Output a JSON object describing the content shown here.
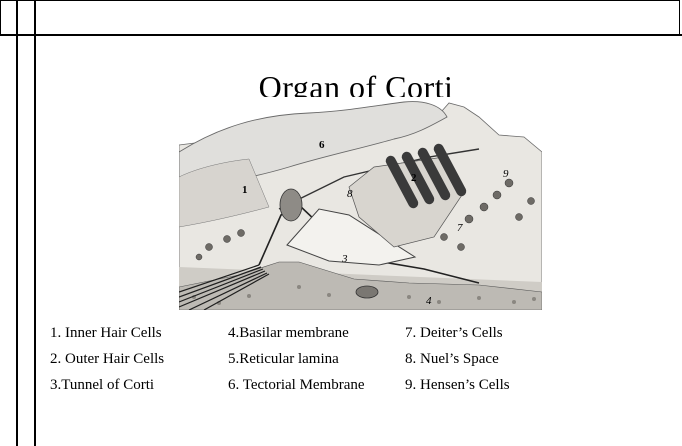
{
  "slide": {
    "title": "Organ of Corti"
  },
  "diagram": {
    "labels": {
      "l1": "1",
      "l2": "2",
      "l3": "3",
      "l4": "4",
      "l6": "6",
      "l7": "7",
      "l8": "8",
      "l9": "9"
    }
  },
  "legend": {
    "col1": [
      "1. Inner Hair Cells",
      "2. Outer Hair Cells",
      "3.Tunnel of Corti"
    ],
    "col2": [
      "4.Basilar membrane",
      "5.Reticular lamina",
      "6. Tectorial Membrane"
    ],
    "col3": [
      "7. Deiter’s Cells",
      "8. Nuel’s Space",
      "9. Hensen’s Cells"
    ]
  }
}
